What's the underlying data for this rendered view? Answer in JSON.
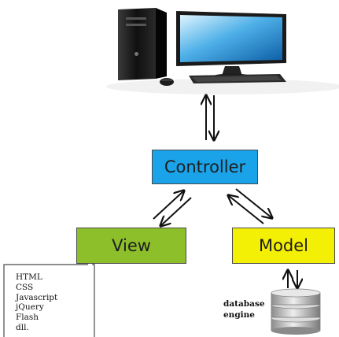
{
  "nodes": {
    "controller": "Controller",
    "view": "View",
    "model": "Model"
  },
  "view_technologies": [
    "HTML",
    "CSS",
    "Javascript",
    "jQuery",
    "Flash",
    "dll."
  ],
  "database_label": "database engine",
  "colors": {
    "controller": "#1aa3e8",
    "view": "#8dbf2a",
    "model": "#f3ef05",
    "arrows": "#111111"
  },
  "icons": [
    "desktop-computer-icon",
    "database-icon"
  ]
}
